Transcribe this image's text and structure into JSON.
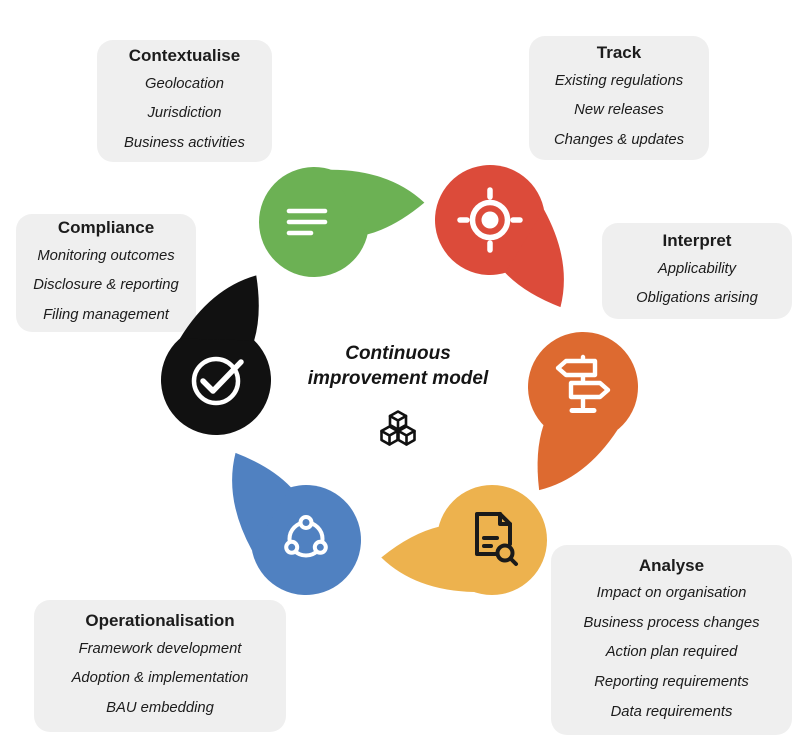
{
  "center": {
    "caption": "Continuous improvement model",
    "icon": "cubes-icon"
  },
  "groups": [
    {
      "id": "contextualise",
      "title": "Contextualise",
      "items": [
        "Geolocation",
        "Jurisdiction",
        "Business activities"
      ],
      "color": "#6cb154",
      "icon": "list-icon",
      "icon_color": "#ffffff"
    },
    {
      "id": "track",
      "title": "Track",
      "items": [
        "Existing regulations",
        "New releases",
        "Changes & updates"
      ],
      "color": "#dc4b3a",
      "icon": "target-icon",
      "icon_color": "#ffffff"
    },
    {
      "id": "interpret",
      "title": "Interpret",
      "items": [
        "Applicability",
        "Obligations arising"
      ],
      "color": "#dd6a30",
      "icon": "signpost-icon",
      "icon_color": "#ffffff"
    },
    {
      "id": "analyse",
      "title": "Analyse",
      "items": [
        "Impact on organisation",
        "Business process changes",
        "Action plan required",
        "Reporting requirements",
        "Data requirements"
      ],
      "color": "#edb24e",
      "icon": "document-search-icon",
      "icon_color": "#1a1a1a"
    },
    {
      "id": "operationalisation",
      "title": "Operationalisation",
      "items": [
        "Framework development",
        "Adoption & implementation",
        "BAU embedding"
      ],
      "color": "#5081c1",
      "icon": "share-icon",
      "icon_color": "#ffffff"
    },
    {
      "id": "compliance",
      "title": "Compliance",
      "items": [
        "Monitoring outcomes",
        "Disclosure & reporting",
        "Filing management"
      ],
      "color": "#111111",
      "icon": "check-circle-icon",
      "icon_color": "#ffffff"
    }
  ],
  "colors": {
    "background": "#ffffff",
    "label_box": "#efefef",
    "text": "#1c1c1c"
  }
}
